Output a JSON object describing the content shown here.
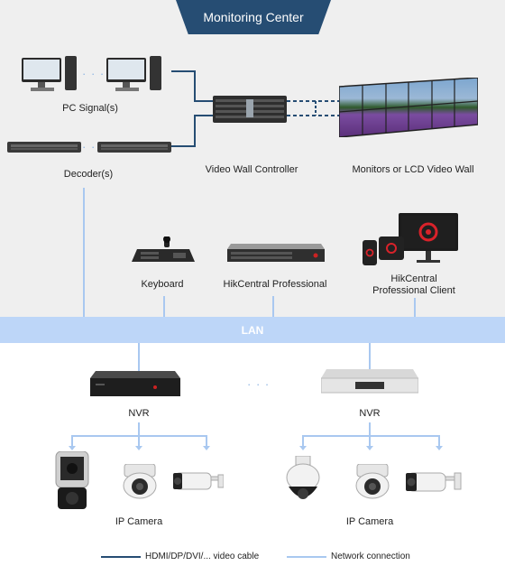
{
  "header": {
    "title": "Monitoring Center"
  },
  "lan": {
    "label": "LAN"
  },
  "labels": {
    "pc_signal": "PC Signal(s)",
    "decoder": "Decoder(s)",
    "video_wall_controller": "Video Wall  Controller",
    "monitors": "Monitors or LCD Video Wall",
    "keyboard": "Keyboard",
    "hikcentral_pro": "HikCentral Professional",
    "hikcentral_client_line1": "HikCentral",
    "hikcentral_client_line2": "Professional Client",
    "nvr_left": "NVR",
    "nvr_right": "NVR",
    "ipcam_left": "IP Camera",
    "ipcam_right": "IP Camera"
  },
  "ellipsis": "· · ·",
  "legend": {
    "video_cable": "HDMI/DP/DVI/... video cable",
    "network": "Network connection"
  },
  "colors": {
    "video_cable": "#264d73",
    "network": "#a9c8f0",
    "header": "#264d73",
    "lan_band": "#bdd6f8"
  }
}
